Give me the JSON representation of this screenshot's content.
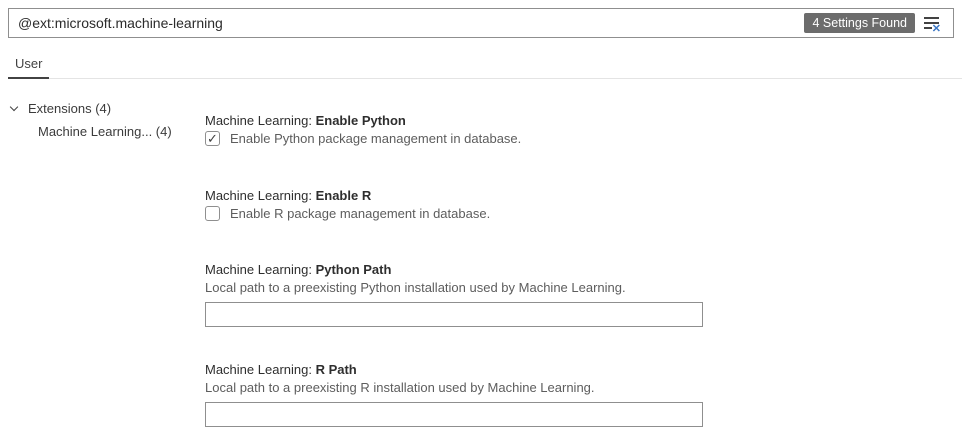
{
  "search": {
    "value": "@ext:microsoft.machine-learning",
    "results_badge": "4 Settings Found"
  },
  "tabs": [
    {
      "label": "User",
      "active": true
    }
  ],
  "tree": {
    "items": [
      {
        "label": "Extensions (4)",
        "level": 0,
        "expanded": true
      },
      {
        "label": "Machine Learning... (4)",
        "level": 1
      }
    ]
  },
  "settings": [
    {
      "category": "Machine Learning: ",
      "label": "Enable Python",
      "control": "checkbox",
      "checked": true,
      "description": "Enable Python package management in database."
    },
    {
      "category": "Machine Learning: ",
      "label": "Enable R",
      "control": "checkbox",
      "checked": false,
      "description": "Enable R package management in database."
    },
    {
      "category": "Machine Learning: ",
      "label": "Python Path",
      "control": "text",
      "value": "",
      "description": "Local path to a preexisting Python installation used by Machine Learning."
    },
    {
      "category": "Machine Learning: ",
      "label": "R Path",
      "control": "text",
      "value": "",
      "description": "Local path to a preexisting R installation used by Machine Learning."
    }
  ],
  "colors": {
    "badge_background": "#6c6c6c",
    "badge_foreground": "#ffffff",
    "clear_filter_x_blue": "#3b76c4",
    "input_border": "#8f8f8f",
    "tab_underline": "#424242",
    "separator": "#e4e4e4"
  }
}
